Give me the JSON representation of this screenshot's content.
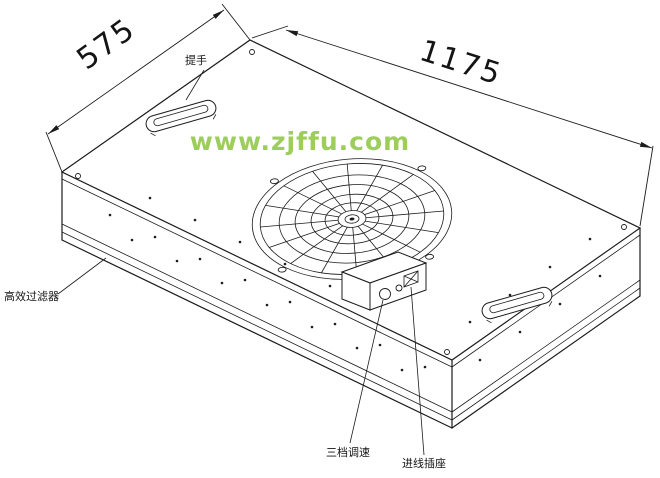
{
  "drawing": {
    "title": "FFU fan filter unit isometric drawing",
    "watermark": {
      "text": "www.zjffu.com",
      "color": "#8CC63F"
    },
    "dimensions": {
      "width": "575",
      "length": "1175"
    },
    "callouts": {
      "handle": "提手",
      "hepa_filter": "高效过滤器",
      "speed_control": "三档调速",
      "power_socket": "进线插座"
    }
  }
}
